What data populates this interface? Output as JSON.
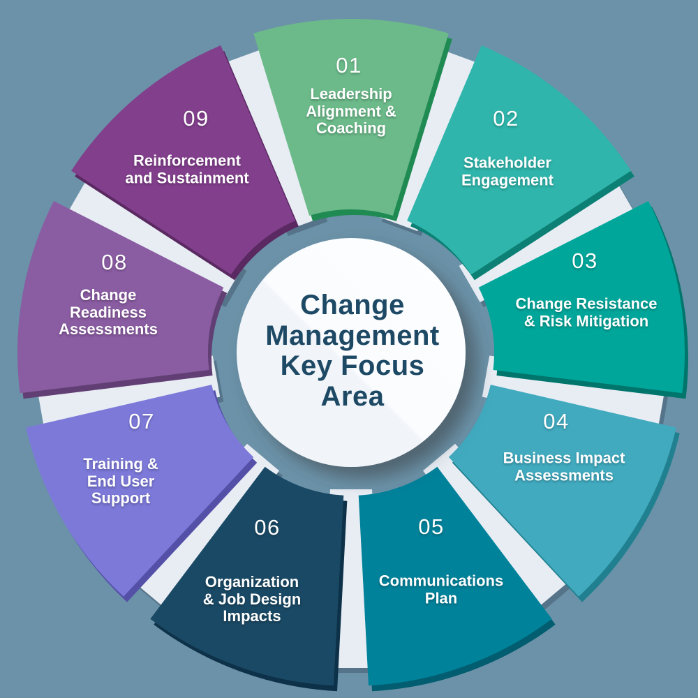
{
  "colors": {
    "background": "#6B92A8",
    "separator": "#E8EDF4",
    "separator_shadow": "rgba(27,40,56,0.28)",
    "center_circle": "#F6F8FB",
    "center_text": "#1D4965",
    "segment_text": "#FFFFFF"
  },
  "center": {
    "title": "Change\nManagement\nKey Focus\nArea"
  },
  "segments": [
    {
      "number": "01",
      "label": "Leadership\nAlignment &\nCoaching",
      "color": "#6CBA8A",
      "dark": "#1F8B53"
    },
    {
      "number": "02",
      "label": "Stakeholder\nEngagement",
      "color": "#2FB5AB",
      "dark": "#0D8075"
    },
    {
      "number": "03",
      "label": "Change Resistance\n& Risk Mitigation",
      "color": "#00A69A",
      "dark": "#00756C"
    },
    {
      "number": "04",
      "label": "Business Impact\nAssessments",
      "color": "#41AABF",
      "dark": "#20808F"
    },
    {
      "number": "05",
      "label": "Communications\nPlan",
      "color": "#00829A",
      "dark": "#015D6F"
    },
    {
      "number": "06",
      "label": "Organization\n& Job Design\nImpacts",
      "color": "#1A4965",
      "dark": "#0D3148"
    },
    {
      "number": "07",
      "label": "Training &\nEnd User\nSupport",
      "color": "#7C79D9",
      "dark": "#5450A7"
    },
    {
      "number": "08",
      "label": "Change\nReadiness\nAssessments",
      "color": "#8A5CA2",
      "dark": "#613F74"
    },
    {
      "number": "09",
      "label": "Reinforcement\nand Sustainment",
      "color": "#823F8C",
      "dark": "#5A2962"
    }
  ]
}
